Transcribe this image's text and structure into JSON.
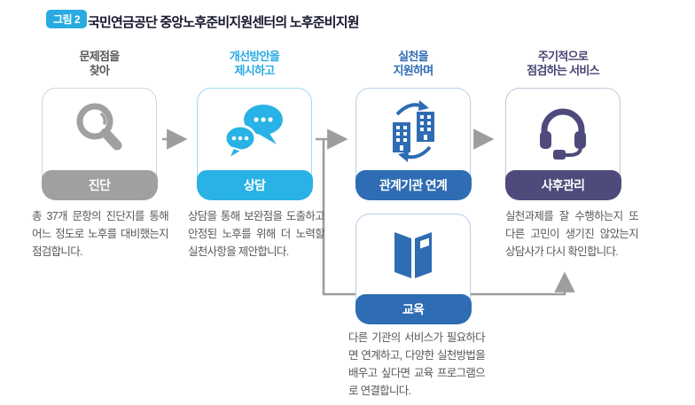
{
  "title": {
    "badge": "그림 2",
    "text": "국민연금공단 중앙노후준비지원센터의 노후준비지원"
  },
  "colors": {
    "badge_bg": "#29abe2",
    "step_diagnosis": "#9fa0a2",
    "step_counseling": "#29b2e5",
    "step_agency_link": "#2e6cb3",
    "step_followup": "#4e4b7c",
    "step_education": "#2e6cb3",
    "arrow": "#9d9d9d",
    "description_text": "#58595b",
    "title_text": "#15152e"
  },
  "steps": [
    {
      "header": "문제점을\n찾아",
      "label": "진단",
      "description": "총 37개 문항의 진단지를 통해 어느 정도로 노후를 대비했는지 점검합니다.",
      "icon": "magnifier-icon"
    },
    {
      "header": "개선방안을\n제시하고",
      "label": "상담",
      "description": "상담을 통해 보완점을 도출하고 안정된 노후를 위해 더 노력할 실천사항을 제안합니다.",
      "icon": "chat-bubbles-icon"
    },
    {
      "header": "실천을\n지원하며",
      "label": "관계기관 연계",
      "description": "",
      "icon": "buildings-exchange-icon"
    },
    {
      "header": "주기적으로\n점검하는 서비스",
      "label": "사후관리",
      "description": "실천과제를 잘 수행하는지 또 다른 고민이 생기진 않았는지 상담사가 다시 확인합니다.",
      "icon": "headset-icon"
    }
  ],
  "sub_step": {
    "label": "교육",
    "description": "다른 기관의 서비스가 필요하다면 연계하고, 다양한 실천방법을 배우고 싶다면 교육 프로그램으로 연결합니다.",
    "icon": "open-book-icon"
  }
}
